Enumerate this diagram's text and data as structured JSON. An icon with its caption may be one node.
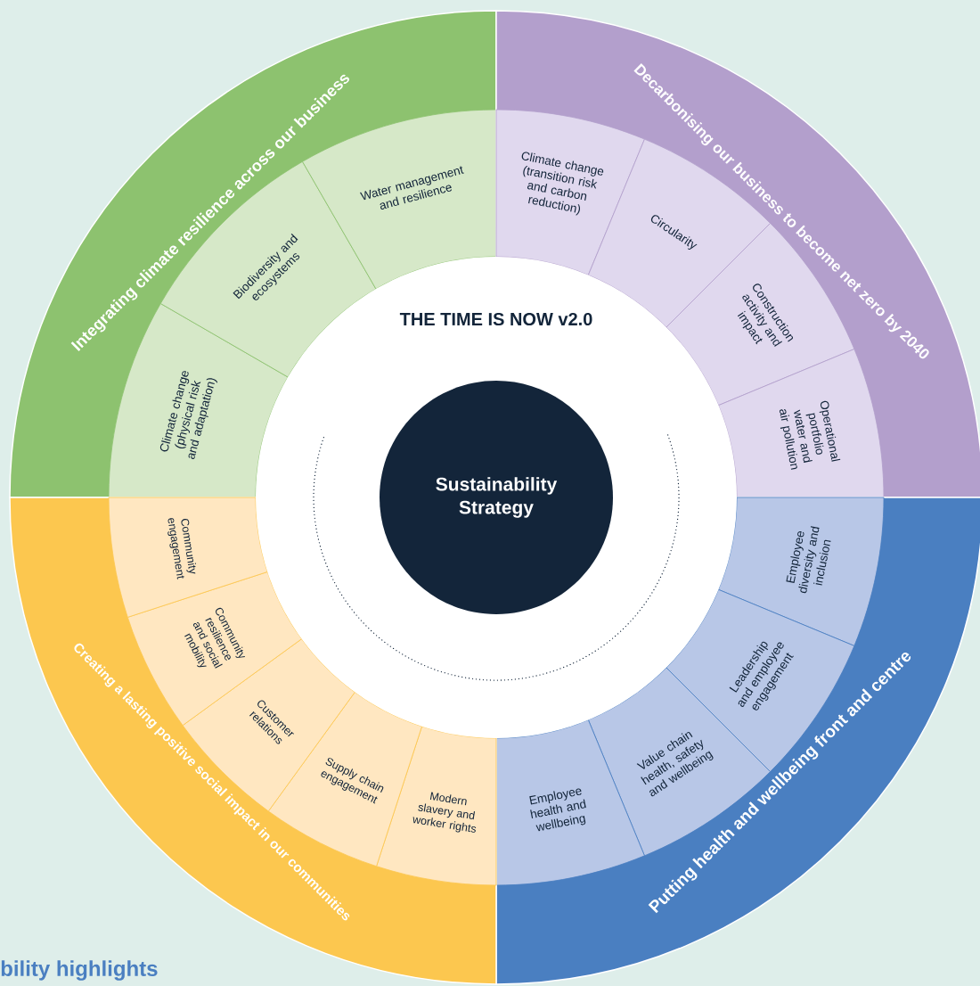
{
  "diagram": {
    "nodes": [
      {
        "text": [
          "Sustainability Strategy"
        ]
      },
      {
        "text": [
          "Integrating climate resilience across our business"
        ]
      },
      {
        "text": [
          "Climate change (physical risk and adaptation)"
        ],
        "in": 1
      },
      {
        "text": [
          "Biodiversity and ecosystems"
        ],
        "in": 1
      },
      {
        "text": [
          "Water management and resilience"
        ],
        "in": 1
      },
      {
        "text": [
          "Decarbonising our business to become net zero by 2040"
        ]
      },
      {
        "text": [
          "Climate change (transition risk and carbon reduction)"
        ],
        "in": 5
      },
      {
        "text": [
          "Circularity"
        ],
        "in": 5
      },
      {
        "text": [
          "Construction activity and impact"
        ],
        "in": 5
      },
      {
        "text": [
          "Operational portfolio water and air pollution"
        ],
        "in": 5
      },
      {
        "text": [
          "Putting health and wellbeing front and centre"
        ]
      },
      {
        "text": [
          "Employee diversity and inclusion"
        ],
        "in": 10
      },
      {
        "text": [
          "Leadership and employee engagement"
        ],
        "in": 10
      },
      {
        "text": [
          "Value chain health, safety and wellbeing"
        ],
        "in": 10
      },
      {
        "text": [
          "Employee health and wellbeing"
        ],
        "in": 10
      },
      {
        "text": [
          "Creating a lasting positive social impact in our communities"
        ]
      },
      {
        "text": [
          "Modern slavery and worker rights"
        ],
        "in": 15
      },
      {
        "text": [
          "Supply chain engagement"
        ],
        "in": 15
      },
      {
        "text": [
          "Customer relations"
        ],
        "in": 15
      },
      {
        "text": [
          "Community resilience and social mobility"
        ],
        "in": 15
      },
      {
        "text": [
          "Community engagement"
        ],
        "in": 15
      }
    ],
    "labels": [
      "THE TIME IS NOW v2.0",
      "bility highlights"
    ]
  }
}
